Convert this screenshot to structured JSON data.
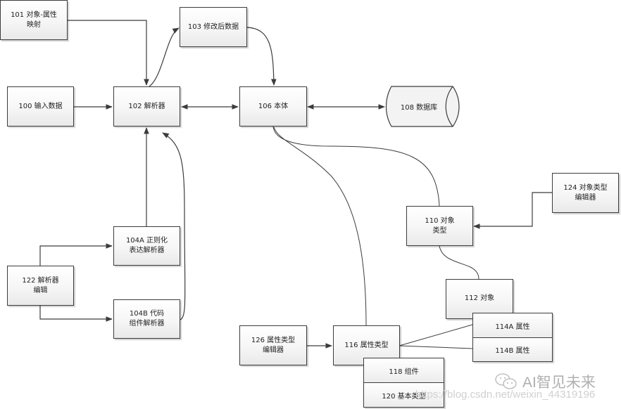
{
  "diagram": {
    "nodes": {
      "n101": "101 对象-属性\n映射",
      "n103": "103 修改后数据",
      "n100": "100 输入数据",
      "n102": "102 解析器",
      "n106": "106 本体",
      "n108": "108 数据库",
      "n104a": "104A 正则化\n表达解析器",
      "n122": "122 解析器\n编辑",
      "n104b": "104B 代码\n组件解析器",
      "n124": "124 对象类型\n编辑器",
      "n110": "110 对象\n类型",
      "n112": "112 对象",
      "n114a": "114A 属性",
      "n114b": "114B 属性",
      "n126": "126 属性类型\n编辑器",
      "n116": "116 属性类型",
      "n118": "118 组件",
      "n120": "120 基本类型"
    },
    "edges": [
      {
        "from": "101",
        "to": "102",
        "type": "arrow"
      },
      {
        "from": "102",
        "to": "103",
        "type": "arrow"
      },
      {
        "from": "103",
        "to": "106",
        "type": "arrow"
      },
      {
        "from": "100",
        "to": "102",
        "type": "arrow"
      },
      {
        "from": "102",
        "to": "106",
        "type": "bidirectional"
      },
      {
        "from": "106",
        "to": "108",
        "type": "bidirectional"
      },
      {
        "from": "104A",
        "to": "102",
        "type": "arrow"
      },
      {
        "from": "104B",
        "to": "102",
        "type": "arrow"
      },
      {
        "from": "122",
        "to": "104A",
        "type": "arrow"
      },
      {
        "from": "122",
        "to": "104B",
        "type": "arrow"
      },
      {
        "from": "106",
        "to": "110",
        "type": "line"
      },
      {
        "from": "106",
        "to": "116",
        "type": "line"
      },
      {
        "from": "124",
        "to": "110",
        "type": "arrow"
      },
      {
        "from": "110",
        "to": "112",
        "type": "line"
      },
      {
        "from": "116",
        "to": "114A",
        "type": "line"
      },
      {
        "from": "116",
        "to": "114B",
        "type": "line"
      },
      {
        "from": "126",
        "to": "116",
        "type": "arrow"
      }
    ]
  },
  "watermark": {
    "brand": "AI智见未来",
    "url": "https://blog.csdn.net/weixin_44319196"
  }
}
